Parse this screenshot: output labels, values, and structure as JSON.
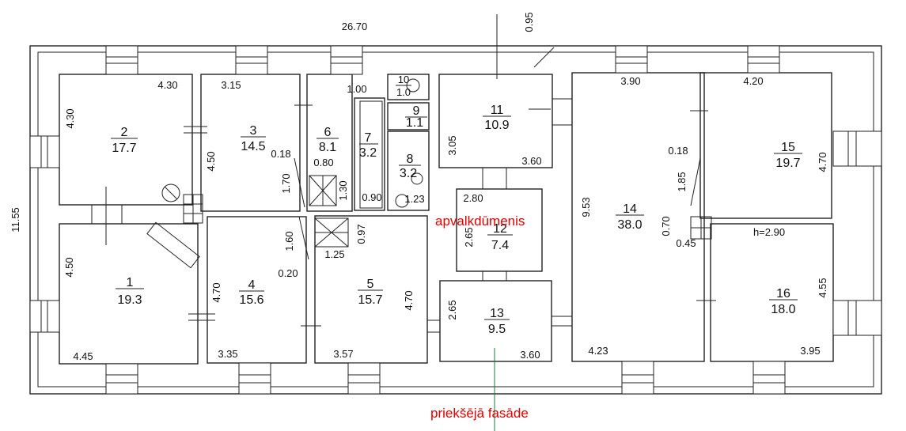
{
  "overall": {
    "width_label": "26.70",
    "depth_label": "11.55",
    "bay_label": "0.95"
  },
  "annotations": {
    "attic": "apvalkdūmenis",
    "front": "priekšējā fasāde",
    "height": "h=2.90"
  },
  "rooms": [
    {
      "id": "r1",
      "num": "1",
      "area": "19.3",
      "dims": [
        "4.50",
        "4.45"
      ]
    },
    {
      "id": "r2",
      "num": "2",
      "area": "17.7",
      "dims": [
        "4.30",
        "4.30"
      ]
    },
    {
      "id": "r3",
      "num": "3",
      "area": "14.5",
      "dims": [
        "3.15",
        "4.50",
        "0.18",
        "1.70"
      ]
    },
    {
      "id": "r4",
      "num": "4",
      "area": "15.6",
      "dims": [
        "4.70",
        "3.35",
        "1.60",
        "0.20"
      ]
    },
    {
      "id": "r5",
      "num": "5",
      "area": "15.7",
      "dims": [
        "3.57",
        "4.70",
        "1.25",
        "0.97"
      ]
    },
    {
      "id": "r6",
      "num": "6",
      "area": "8.1",
      "dims": [
        "0.80",
        "1.30"
      ]
    },
    {
      "id": "r7",
      "num": "7",
      "area": "3.2",
      "dims": [
        "1.00",
        "0.90"
      ]
    },
    {
      "id": "r8",
      "num": "8",
      "area": "3.2",
      "dims": [
        "1.23"
      ]
    },
    {
      "id": "r9",
      "num": "9",
      "area": "1.1",
      "dims": []
    },
    {
      "id": "r10",
      "num": "10",
      "area": "1.0",
      "dims": []
    },
    {
      "id": "r11",
      "num": "11",
      "area": "10.9",
      "dims": [
        "3.05",
        "3.60"
      ]
    },
    {
      "id": "r12",
      "num": "12",
      "area": "7.4",
      "dims": [
        "2.80",
        "2.65"
      ]
    },
    {
      "id": "r13",
      "num": "13",
      "area": "9.5",
      "dims": [
        "2.65",
        "3.60"
      ]
    },
    {
      "id": "r14",
      "num": "14",
      "area": "38.0",
      "dims": [
        "3.90",
        "9.53",
        "4.23",
        "0.18",
        "1.85",
        "0.70",
        "0.45"
      ]
    },
    {
      "id": "r15",
      "num": "15",
      "area": "19.7",
      "dims": [
        "4.20",
        "4.70"
      ]
    },
    {
      "id": "r16",
      "num": "16",
      "area": "18.0",
      "dims": [
        "4.55",
        "3.95"
      ]
    }
  ]
}
